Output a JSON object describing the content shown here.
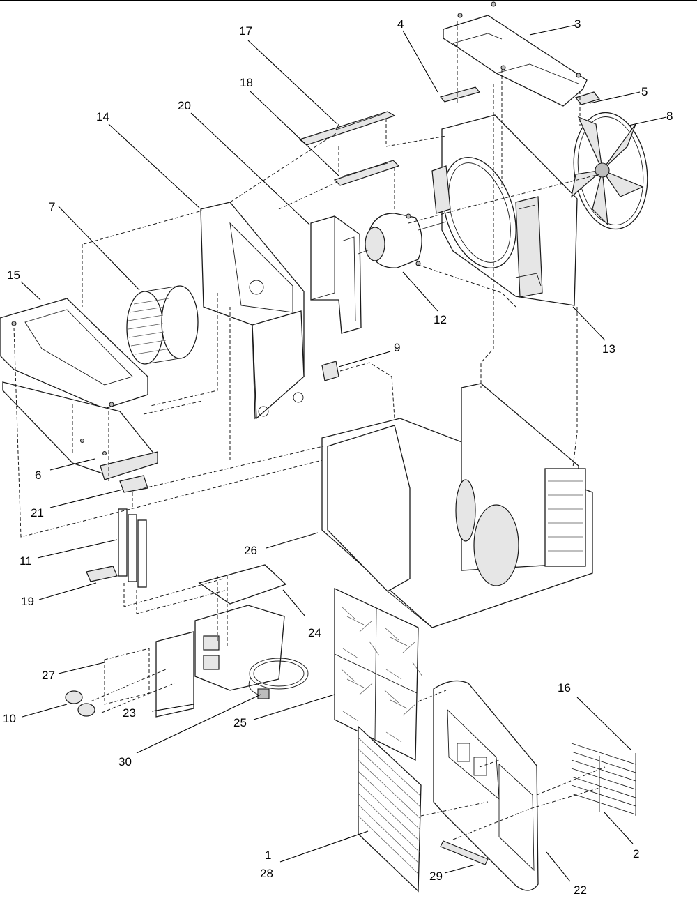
{
  "callouts": [
    {
      "id": "c1",
      "text": "1",
      "part": "grille"
    },
    {
      "id": "c28",
      "text": "28",
      "part": "grille"
    },
    {
      "id": "c2",
      "text": "2",
      "part": "louver-assembly"
    },
    {
      "id": "c3",
      "text": "3",
      "part": "top-bracket"
    },
    {
      "id": "c4",
      "text": "4",
      "part": "small-strip"
    },
    {
      "id": "c5",
      "text": "5",
      "part": "clip"
    },
    {
      "id": "c6",
      "text": "6",
      "part": "base-plate"
    },
    {
      "id": "c7",
      "text": "7",
      "part": "blower-wheel"
    },
    {
      "id": "c8",
      "text": "8",
      "part": "condenser-fan"
    },
    {
      "id": "c9",
      "text": "9",
      "part": "small-fitting"
    },
    {
      "id": "c10",
      "text": "10",
      "part": "control-knobs"
    },
    {
      "id": "c11",
      "text": "11",
      "part": "heater-elements"
    },
    {
      "id": "c12",
      "text": "12",
      "part": "fan-motor"
    },
    {
      "id": "c13",
      "text": "13",
      "part": "fan-shroud"
    },
    {
      "id": "c14",
      "text": "14",
      "part": "blower-housing"
    },
    {
      "id": "c15",
      "text": "15",
      "part": "top-cover"
    },
    {
      "id": "c16",
      "text": "16",
      "part": "louver-rod"
    },
    {
      "id": "c17",
      "text": "17",
      "part": "upper-bracket"
    },
    {
      "id": "c18",
      "text": "18",
      "part": "lower-bracket"
    },
    {
      "id": "c19",
      "text": "19",
      "part": "heater-clip"
    },
    {
      "id": "c20",
      "text": "20",
      "part": "scroll-housing"
    },
    {
      "id": "c21",
      "text": "21",
      "part": "heater-bracket"
    },
    {
      "id": "c22",
      "text": "22",
      "part": "front-panel"
    },
    {
      "id": "c23",
      "text": "23",
      "part": "control-panel-plate"
    },
    {
      "id": "c24",
      "text": "24",
      "part": "control-box-cover"
    },
    {
      "id": "c25",
      "text": "25",
      "part": "air-filter"
    },
    {
      "id": "c26",
      "text": "26",
      "part": "chassis"
    },
    {
      "id": "c27",
      "text": "27",
      "part": "nameplate"
    },
    {
      "id": "c29",
      "text": "29",
      "part": "drain-strip"
    },
    {
      "id": "c30",
      "text": "30",
      "part": "power-cord"
    }
  ]
}
